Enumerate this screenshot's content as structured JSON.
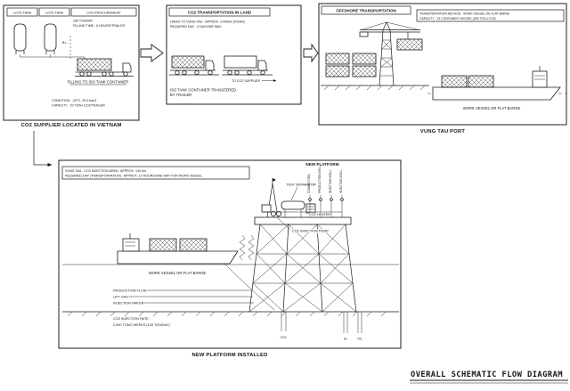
{
  "colors": {
    "ink": "#1c1c1c",
    "paper": "#ffffff"
  },
  "title": "OVERALL SCHEMATIC FLOW DIAGRAM",
  "supplier": {
    "tank1": "LCO2 TANK",
    "tank2": "LCO2 TANK",
    "procurement": "CO2 PROCUREMENT",
    "rate": "150 TON/DAY",
    "filling_time": "FILLING TIME : 6 HOURS/TRAILER",
    "bl": "B.L.",
    "filling_note": "FILLING TO ISO TANK CONTAINER",
    "condition": "CONDITION : -20°C, 20.0 barG",
    "capacity": "CAPACITY : 20 TON-LCO2/TRAILER",
    "caption": "CO2 SUPPLIER LOCATED IN VIETNAM"
  },
  "land": {
    "header": "CO2 TRANSPORTATION IN LAND",
    "distance": "HANOI TO VUNG TAU : APPROX. 2,000km (ROAD)",
    "required": "REQUIRED DAY : 3 DAY/ONE WAY",
    "transfer_1": "ISO TANK CONTAINER TRANSFERED",
    "transfer_2": "BY TRAILER",
    "to_supplier": "TO CO2 SUPPLIER"
  },
  "offshore": {
    "header": "OFFSHORE TRANSPORTATION",
    "method": "TRANSPORTATION METHOD : WORK VESSEL OR FLAT BARGE",
    "capacity": "CAPACITY : 13 CONTAINER /VESSEL (260 TON-LCO2)",
    "vessel_label": "WORK VESSEL OR FLAT BARGE",
    "caption": "VUNG TAU PORT"
  },
  "platform": {
    "label": "NEW PLATFORM",
    "distance": "VUNG TAU - CO2 INJECTION AREA : APPROX. 140 km",
    "required": "REQUIRED DAY (TRANSPORTATION) : APPROX. 10 HOURS/ONE WAY FOR WORK VESSEL",
    "vessel_label": "WORK VESSEL OR FLAT BARGE",
    "test_separator": "TEST SEPARATOR",
    "co2_heater": "CO2 HEATER",
    "co2_injection_pump": "CO2 INJECTION PUMP",
    "well_labels": [
      "CONNECTION",
      "PRODUCTION WELL",
      "INJECTION WELL",
      "INJECTION WELL"
    ],
    "production_fluid": "PRODUCTION FLUID",
    "lift_gas": "LIFT GAS",
    "injection_water": "INJECTION WATER",
    "rate_1": "CO2 INJECTION RATE :",
    "rate_2": "2,000 TON/2 WEEKS (143 TON/DAY)",
    "bottom_labels": [
      "CO2",
      "GL",
      "OIL"
    ],
    "caption": "NEW PLATFORM INSTALLED"
  }
}
